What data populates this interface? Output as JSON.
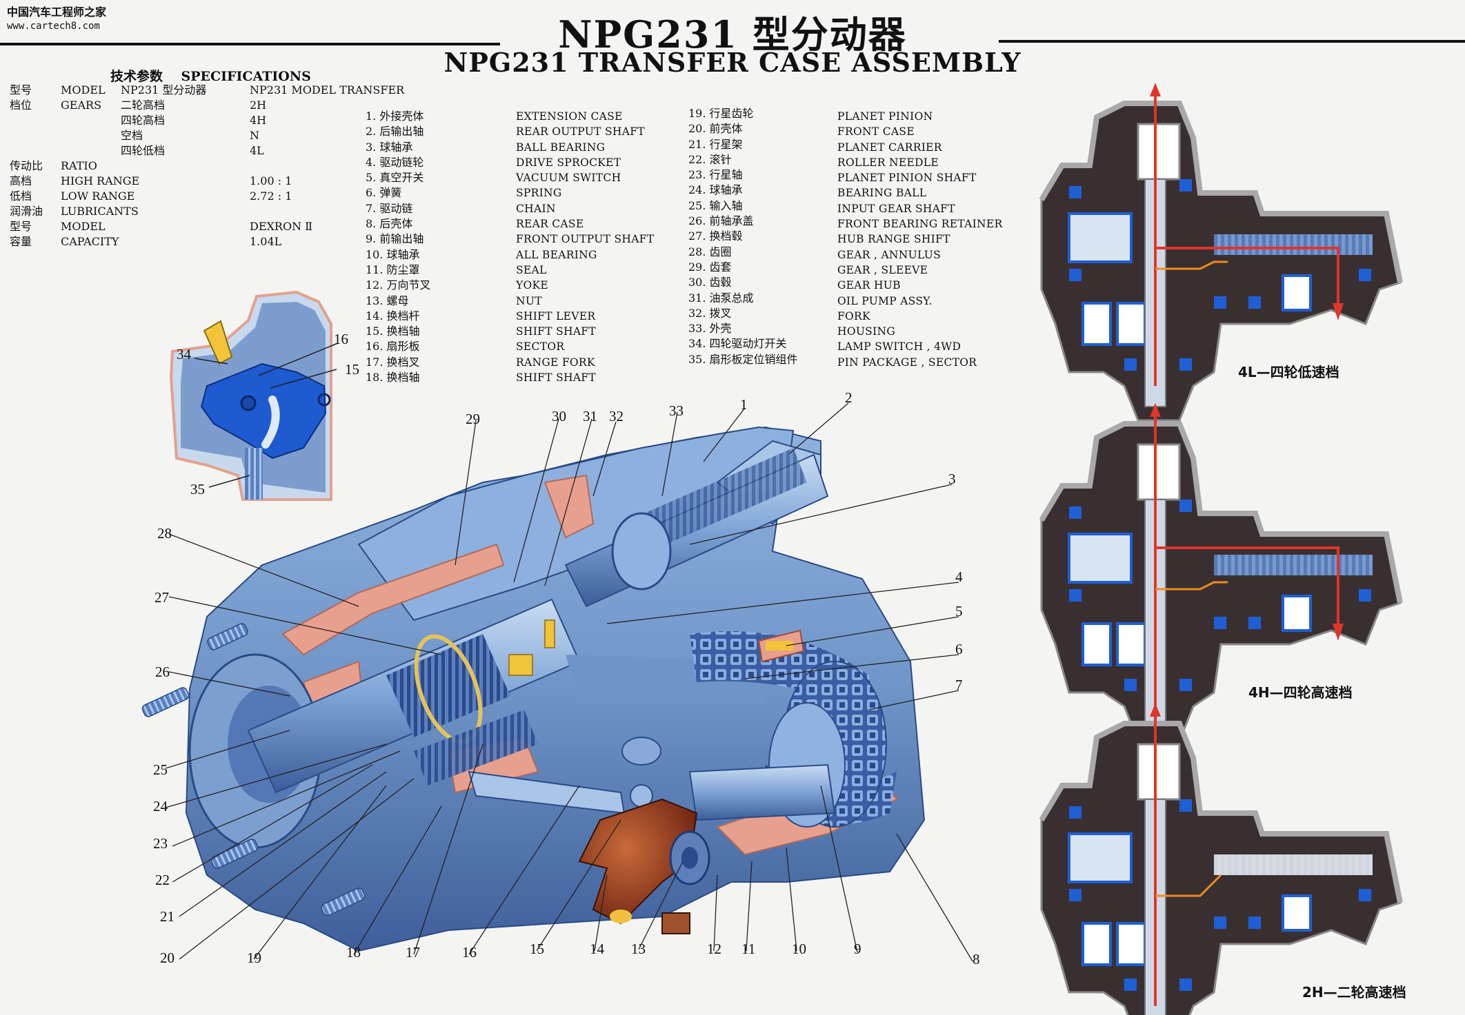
{
  "source": {
    "name": "中国汽车工程师之家",
    "url": "www.cartech8.com"
  },
  "title": {
    "cn": "NPG231 型分动器",
    "en": "NPG231 TRANSFER CASE ASSEMBLY"
  },
  "specs": {
    "heading_cn": "技术参数",
    "heading_en": "SPECIFICATIONS",
    "rows": [
      {
        "cn": "型号",
        "en": "MODEL",
        "sub": "NP231 型分动器",
        "val": "NP231 MODEL TRANSFER"
      },
      {
        "cn": "档位",
        "en": "GEARS",
        "sub": "二轮高档",
        "val": "2H"
      },
      {
        "cn": "",
        "en": "",
        "sub": "四轮高档",
        "val": "4H"
      },
      {
        "cn": "",
        "en": "",
        "sub": "空档",
        "val": "N"
      },
      {
        "cn": "",
        "en": "",
        "sub": "四轮低档",
        "val": "4L"
      },
      {
        "cn": "传动比",
        "en": "RATIO",
        "sub": "",
        "val": ""
      },
      {
        "cn": "高档",
        "en": "HIGH RANGE",
        "sub": "",
        "val": "1.00 : 1"
      },
      {
        "cn": "低档",
        "en": "LOW RANGE",
        "sub": "",
        "val": "2.72 : 1"
      },
      {
        "cn": "润滑油",
        "en": "LUBRICANTS",
        "sub": "",
        "val": ""
      },
      {
        "cn": "型号",
        "en": "MODEL",
        "sub": "",
        "val": "DEXRON Ⅱ"
      },
      {
        "cn": "容量",
        "en": "CAPACITY",
        "sub": "",
        "val": "1.04L"
      }
    ]
  },
  "parts_left": {
    "cn": [
      "1. 外接壳体",
      "2. 后输出轴",
      "3. 球轴承",
      "4. 驱动链轮",
      "5. 真空开关",
      "6. 弹簧",
      "7. 驱动链",
      "8. 后壳体",
      "9. 前输出轴",
      "10. 球轴承",
      "11. 防尘罩",
      "12. 万向节叉",
      "13. 螺母",
      "14. 换档杆",
      "15. 换档轴",
      "16. 扇形板",
      "17. 换档叉",
      "18. 换档轴"
    ],
    "en": [
      "EXTENSION CASE",
      "REAR OUTPUT SHAFT",
      "BALL BEARING",
      "DRIVE SPROCKET",
      "VACUUM SWITCH",
      "SPRING",
      "CHAIN",
      "REAR CASE",
      "FRONT OUTPUT SHAFT",
      "ALL BEARING",
      "SEAL",
      "YOKE",
      "NUT",
      "SHIFT LEVER",
      "SHIFT SHAFT",
      "SECTOR",
      "RANGE FORK",
      "SHIFT SHAFT"
    ]
  },
  "parts_right": {
    "cn": [
      "19. 行星齿轮",
      "20. 前壳体",
      "21. 行星架",
      "22. 滚针",
      "23. 行星轴",
      "24. 球轴承",
      "25. 输入轴",
      "26. 前轴承盖",
      "27. 换档毂",
      "28. 齿圈",
      "29. 齿套",
      "30. 齿毂",
      "31. 油泵总成",
      "32. 拨叉",
      "33. 外壳",
      "34. 四轮驱动灯开关",
      "35. 扇形板定位销组件"
    ],
    "en": [
      "PLANET PINION",
      "FRONT CASE",
      "PLANET CARRIER",
      "ROLLER NEEDLE",
      "PLANET PINION SHAFT",
      "BEARING BALL",
      "INPUT GEAR SHAFT",
      "FRONT BEARING RETAINER",
      "HUB RANGE SHIFT",
      "GEAR , ANNULUS",
      "GEAR , SLEEVE",
      "GEAR HUB",
      "OIL PUMP ASSY.",
      "FORK",
      "HOUSING",
      "LAMP SWITCH , 4WD",
      "PIN PACKAGE , SECTOR"
    ]
  },
  "callouts": [
    "1",
    "2",
    "3",
    "4",
    "5",
    "6",
    "7",
    "8",
    "9",
    "10",
    "11",
    "12",
    "13",
    "14",
    "15",
    "16",
    "17",
    "18",
    "19",
    "20",
    "21",
    "22",
    "23",
    "24",
    "25",
    "26",
    "27",
    "28",
    "29",
    "30",
    "31",
    "32",
    "33",
    "34",
    "35"
  ],
  "captions": {
    "low4": "4L—四轮低速档",
    "high4": "4H—四轮高速档",
    "high2": "2H—二轮高速档"
  },
  "colors": {
    "case_blue": "#6f95c8",
    "dark_blue": "#2e4f96",
    "bright_blue": "#1f5fd6",
    "pink": "#e8a08e",
    "flow_red": "#e0352a",
    "flow_orange": "#f08a1c",
    "dark_fill": "#3a2f30",
    "bg": "#f4f5f2"
  }
}
